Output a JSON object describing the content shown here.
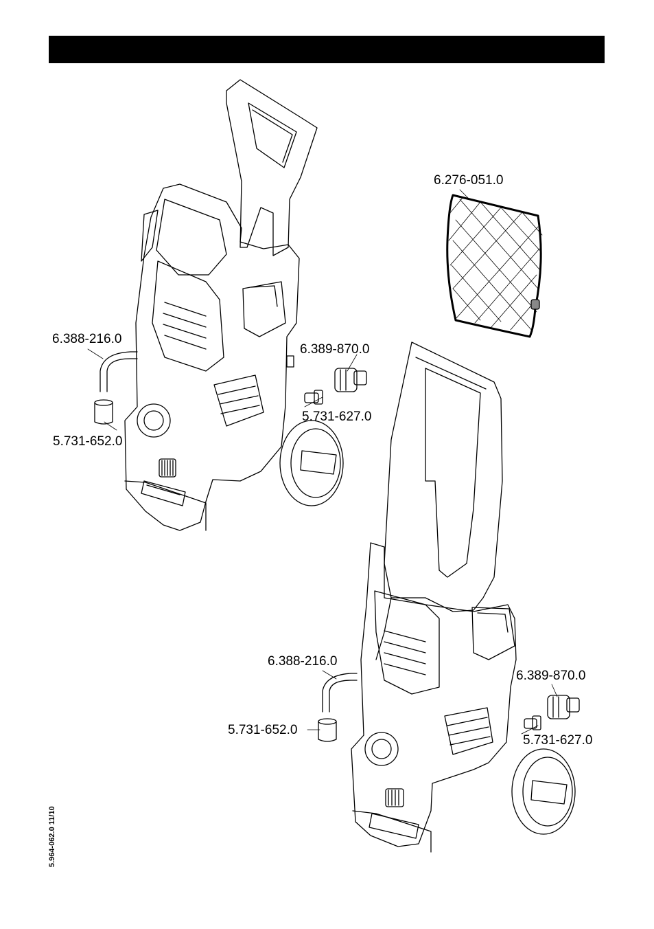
{
  "header": {
    "title": ""
  },
  "labels": {
    "filter_net": "6.276-051.0",
    "upper": {
      "hose": "6.388-216.0",
      "coupling": "6.389-870.0",
      "adapter": "5.731-627.0",
      "cap": "5.731-652.0"
    },
    "lower": {
      "hose": "6.388-216.0",
      "coupling": "6.389-870.0",
      "cap": "5.731-652.0",
      "adapter": "5.731-627.0"
    }
  },
  "doc_code": "5.964-062.0  11/10",
  "colors": {
    "line": "#000000",
    "background": "#ffffff",
    "header": "#000000"
  }
}
